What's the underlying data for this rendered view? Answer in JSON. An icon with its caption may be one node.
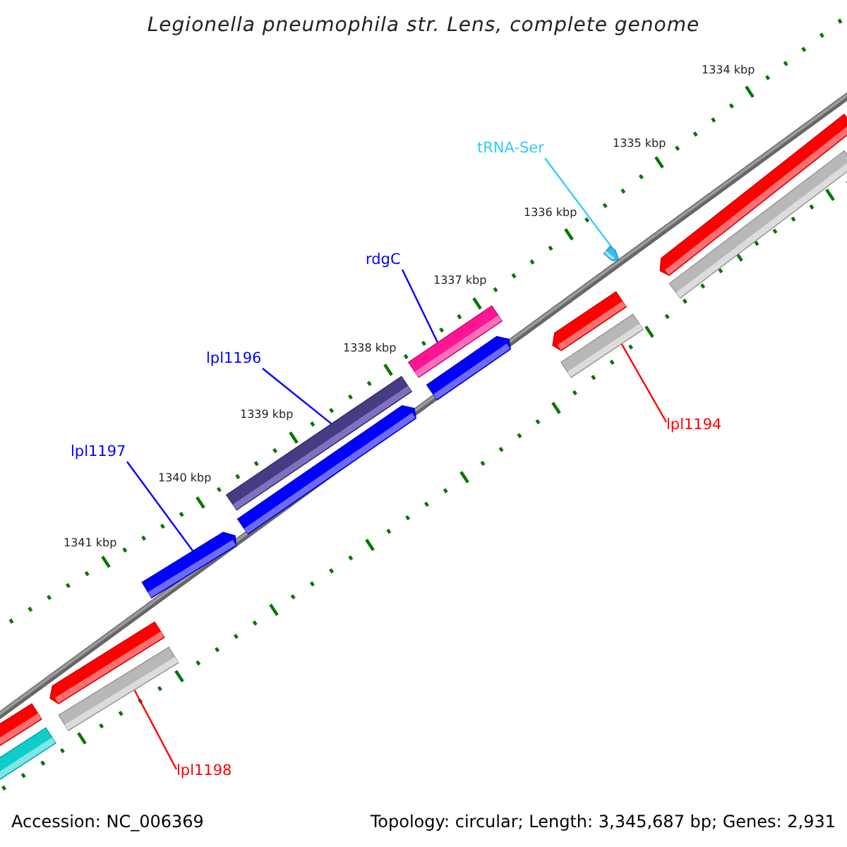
{
  "diagram": {
    "title": "Legionella pneumophila str. Lens, complete genome",
    "nodes": [
      {
        "text": [
          "tRNA-Ser"
        ]
      },
      {
        "text": [],
        "shape": "bar"
      },
      {
        "text": [
          "rdgC"
        ]
      },
      {
        "text": [],
        "shape": "bar"
      },
      {
        "text": [],
        "shape": "bar"
      },
      {
        "text": [
          "lpl1196"
        ]
      },
      {
        "text": [],
        "shape": "bar"
      },
      {
        "text": [],
        "shape": "bar"
      },
      {
        "text": [
          "lpl1197"
        ]
      },
      {
        "text": [],
        "shape": "bar"
      },
      {
        "text": [
          "lpl1194"
        ]
      },
      {
        "text": [],
        "shape": "bar"
      },
      {
        "text": [],
        "shape": "bar"
      },
      {
        "text": [],
        "shape": "bar"
      },
      {
        "text": [],
        "shape": "bar"
      },
      {
        "text": [
          "lpl1198"
        ]
      },
      {
        "text": [],
        "shape": "bar"
      },
      {
        "text": [],
        "shape": "bar"
      },
      {
        "text": [],
        "shape": "bar"
      },
      {
        "text": [],
        "shape": "bar"
      }
    ],
    "edges": [
      {
        "from": 0,
        "to": 1,
        "arrow": "none",
        "color": "#33ccff"
      },
      {
        "from": 2,
        "to": 3,
        "arrow": "none"
      },
      {
        "from": 5,
        "to": 6,
        "arrow": "none"
      },
      {
        "from": 8,
        "to": 9,
        "arrow": "none"
      },
      {
        "from": 10,
        "to": 14,
        "arrow": "none",
        "color": "#ff0000"
      },
      {
        "from": 15,
        "to": 17,
        "arrow": "none",
        "color": "#ff0000"
      }
    ],
    "labels": [
      "1334 kbp",
      "1335 kbp",
      "1336 kbp",
      "1337 kbp",
      "1338 kbp",
      "1339 kbp",
      "1340 kbp",
      "1341 kbp",
      "Accession: NC_006369",
      "Topology: circular; Length: 3,345,687 bp; Genes: 2,931"
    ]
  }
}
